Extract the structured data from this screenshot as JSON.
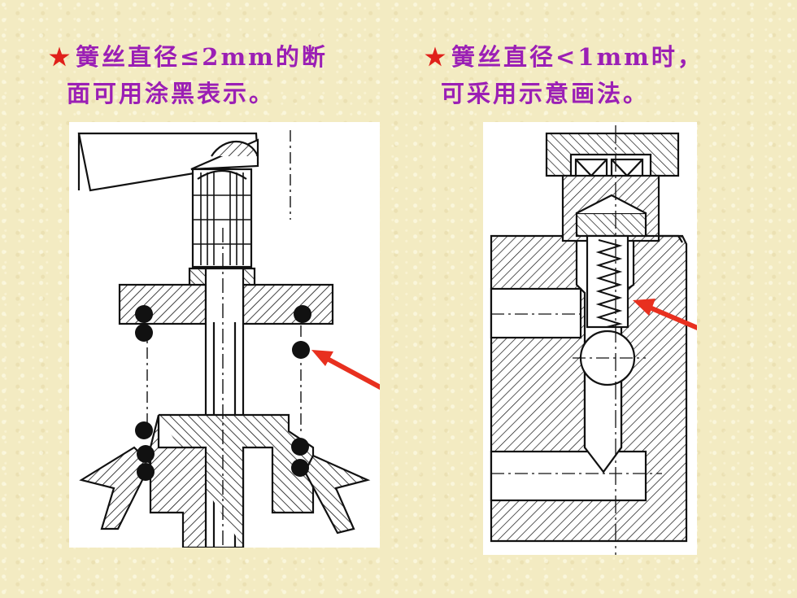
{
  "captions": {
    "left": {
      "star": "★",
      "line1": "簧丝直径≤2mm的断",
      "line2": "面可用涂黑表示。"
    },
    "right": {
      "star": "★",
      "line1": "簧丝直径<1mm时，",
      "line2": "可采用示意画法。"
    }
  },
  "colors": {
    "caption_text": "#9b1fb5",
    "star": "#e0201a",
    "arrow": "#e8301f",
    "background": "#f3ebc2"
  }
}
